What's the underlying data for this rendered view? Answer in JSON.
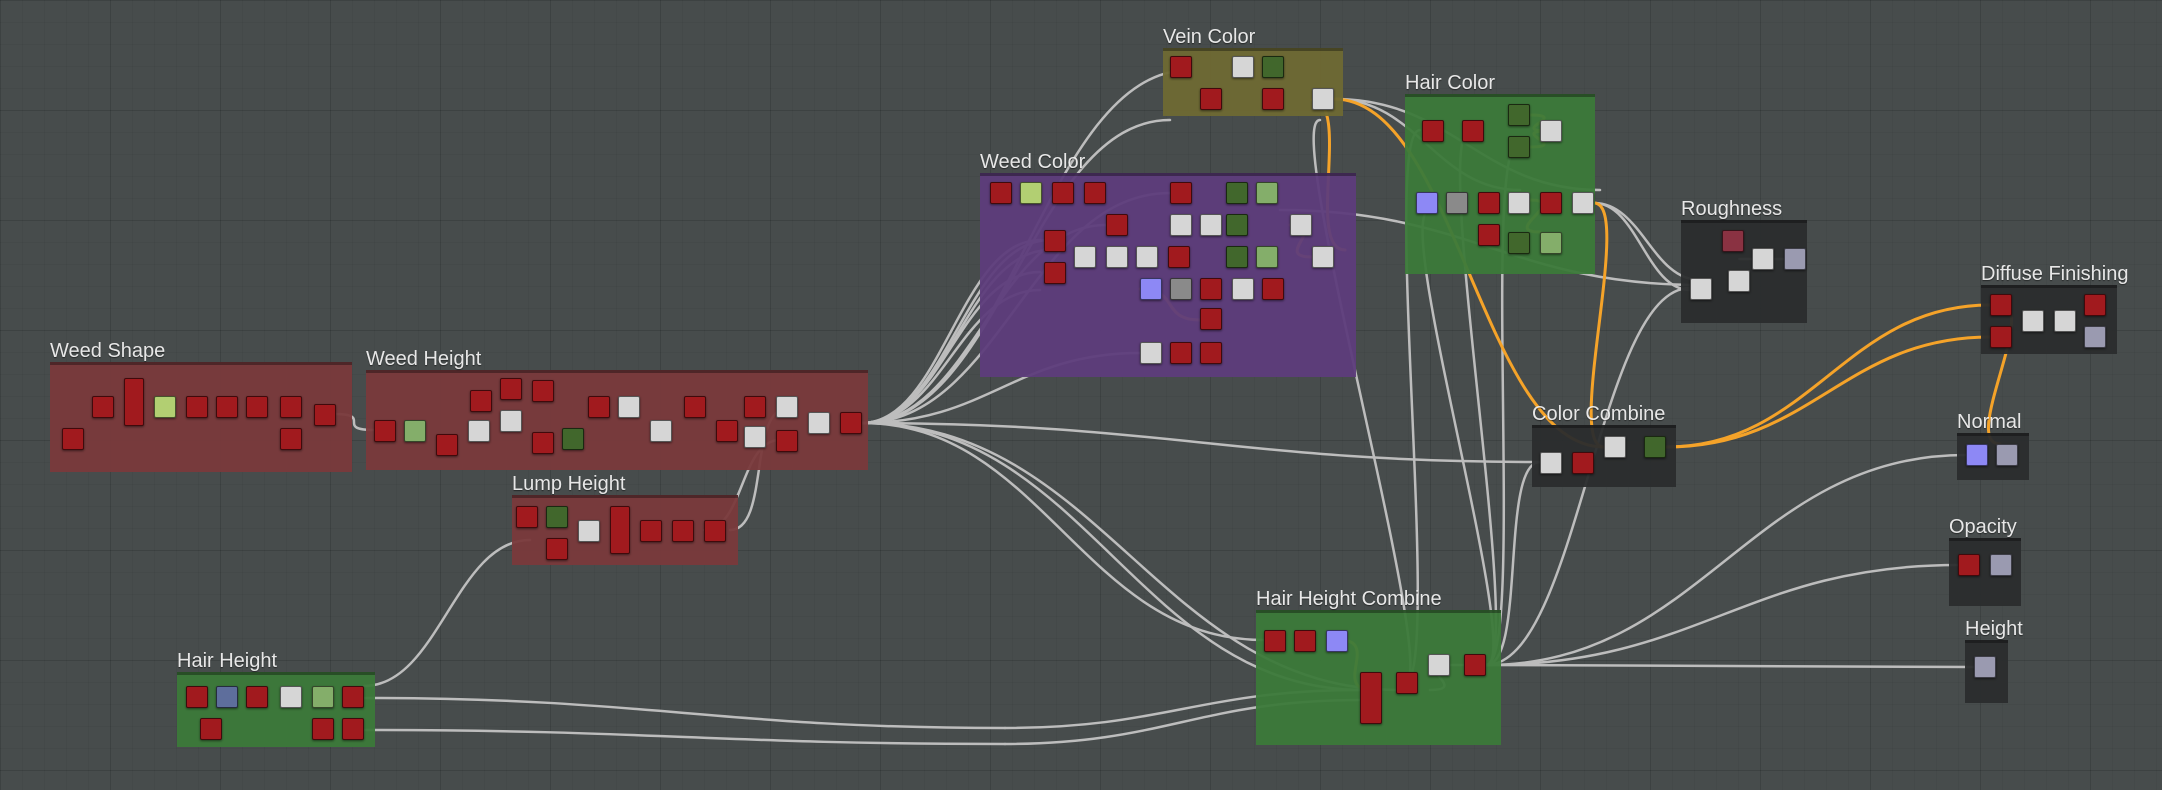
{
  "graph": {
    "frames": [
      {
        "id": "weed-shape",
        "title": "Weed Shape",
        "color": "#7a3a3c"
      },
      {
        "id": "weed-height",
        "title": "Weed Height",
        "color": "#7a3a3c"
      },
      {
        "id": "lump-height",
        "title": "Lump Height",
        "color": "#7a3a3c"
      },
      {
        "id": "hair-height",
        "title": "Hair Height",
        "color": "#3c7a3a"
      },
      {
        "id": "vein-color",
        "title": "Vein Color",
        "color": "#6f6a33"
      },
      {
        "id": "weed-color",
        "title": "Weed Color",
        "color": "#5e3d7c"
      },
      {
        "id": "hair-color",
        "title": "Hair Color",
        "color": "#3c7a3a"
      },
      {
        "id": "roughness",
        "title": "Roughness",
        "color": "#2b2d2e"
      },
      {
        "id": "color-combine",
        "title": "Color Combine",
        "color": "#2b2d2e"
      },
      {
        "id": "diffuse-finishing",
        "title": "Diffuse Finishing",
        "color": "#2b2d2e"
      },
      {
        "id": "normal",
        "title": "Normal",
        "color": "#2b2d2e"
      },
      {
        "id": "opacity",
        "title": "Opacity",
        "color": "#2b2d2e"
      },
      {
        "id": "height",
        "title": "Height",
        "color": "#2b2d2e"
      },
      {
        "id": "hair-height-combine",
        "title": "Hair Height Combine",
        "color": "#3c7a3a"
      }
    ],
    "colors": {
      "node_red": "#a11a1e",
      "node_white": "#d6d6d6",
      "node_dkgreen": "#41672c",
      "node_ltgreen": "#84ae6a",
      "node_lime": "#b2cf72",
      "node_blue": "#8d88f5",
      "node_slate": "#5e6e9c",
      "node_gray": "#8a8a8a",
      "node_output": "#9a9ab0",
      "node_maroon": "#8a3242",
      "wire_gray": "#bdbdbd",
      "wire_orange": "#f5a329"
    }
  }
}
